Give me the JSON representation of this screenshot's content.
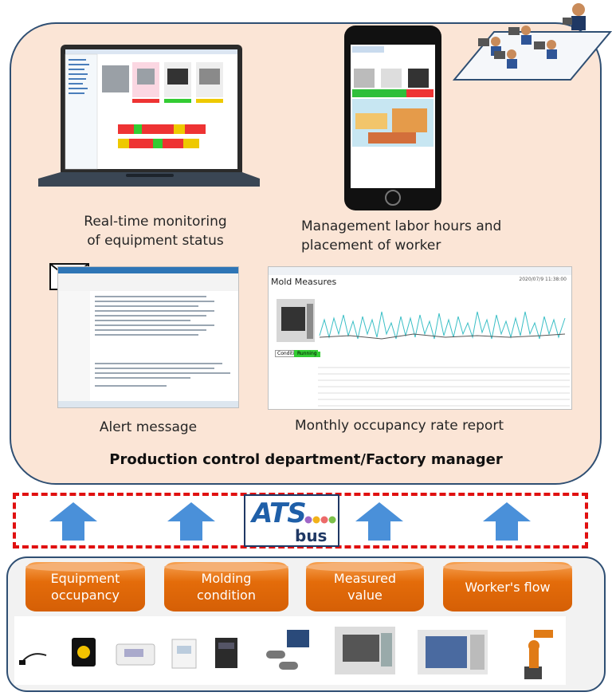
{
  "captions": {
    "monitoring": "Real-time monitoring\nof equipment status",
    "labor": "Management labor hours and\nplacement of worker",
    "alert": "Alert message",
    "report": "Monthly occupancy rate report"
  },
  "footer_title": "Production control department/Factory manager",
  "logo": {
    "text": "ATS",
    "sub": "bus"
  },
  "report_window": {
    "title": "Mold Measures",
    "date": "2020/07/9 11:38:00",
    "btn_condition": "Condition",
    "btn_running": "Running"
  },
  "data_categories": [
    {
      "label": "Equipment\noccupancy"
    },
    {
      "label": "Molding\ncondition"
    },
    {
      "label": "Measured\nvalue"
    },
    {
      "label": "Worker's flow"
    }
  ],
  "colors": {
    "accent_orange": "#e46c0a",
    "arrow_blue": "#4a90d9",
    "dash_red": "#e01010",
    "panel_peach": "#fbe5d6",
    "border_navy": "#2f4f73"
  }
}
